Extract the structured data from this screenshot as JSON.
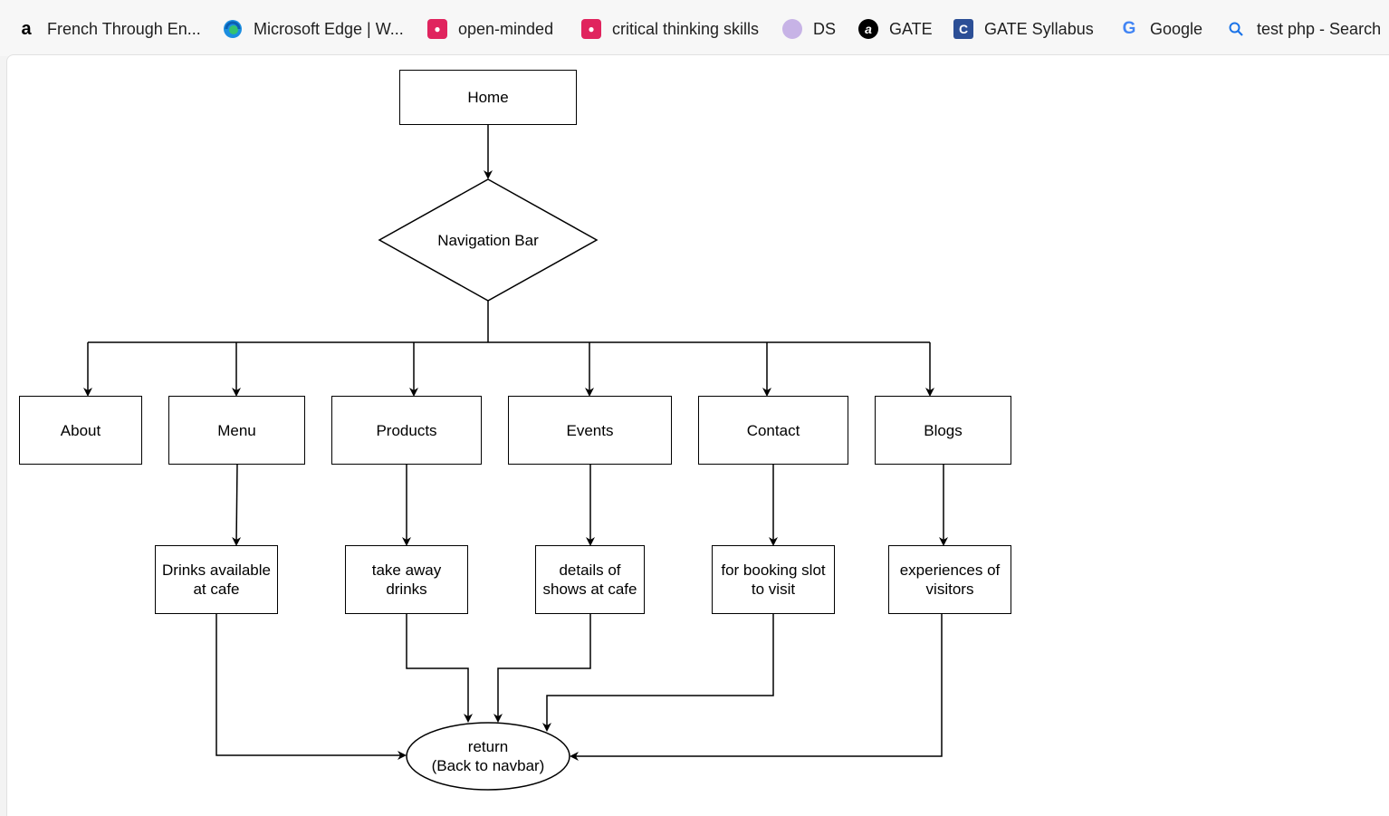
{
  "bookmarks": [
    {
      "label": "French Through En...",
      "icon": "amazon-icon"
    },
    {
      "label": "Microsoft Edge | W...",
      "icon": "edge-icon"
    },
    {
      "label": "open-minded",
      "icon": "pink-bookmark-icon"
    },
    {
      "label": "critical thinking skills",
      "icon": "pink-bookmark-icon"
    },
    {
      "label": "DS",
      "icon": "avatar-icon"
    },
    {
      "label": "GATE",
      "icon": "a-logo-icon"
    },
    {
      "label": "GATE  Syllabus",
      "icon": "c-logo-icon"
    },
    {
      "label": "Google",
      "icon": "google-icon"
    },
    {
      "label": "test php - Search",
      "icon": "search-icon"
    }
  ],
  "diagram": {
    "home": "Home",
    "navbar": "Navigation Bar",
    "pages": [
      "About",
      "Menu",
      "Products",
      "Events",
      "Contact",
      "Blogs"
    ],
    "details": {
      "menu": [
        "Drinks available",
        "at cafe"
      ],
      "products": [
        "take away",
        "drinks"
      ],
      "events": [
        "details of",
        "shows at cafe"
      ],
      "contact": [
        "for booking slot",
        "to visit"
      ],
      "blogs": [
        "experiences of",
        "visitors"
      ]
    },
    "return": [
      "return",
      "(Back to navbar)"
    ]
  }
}
